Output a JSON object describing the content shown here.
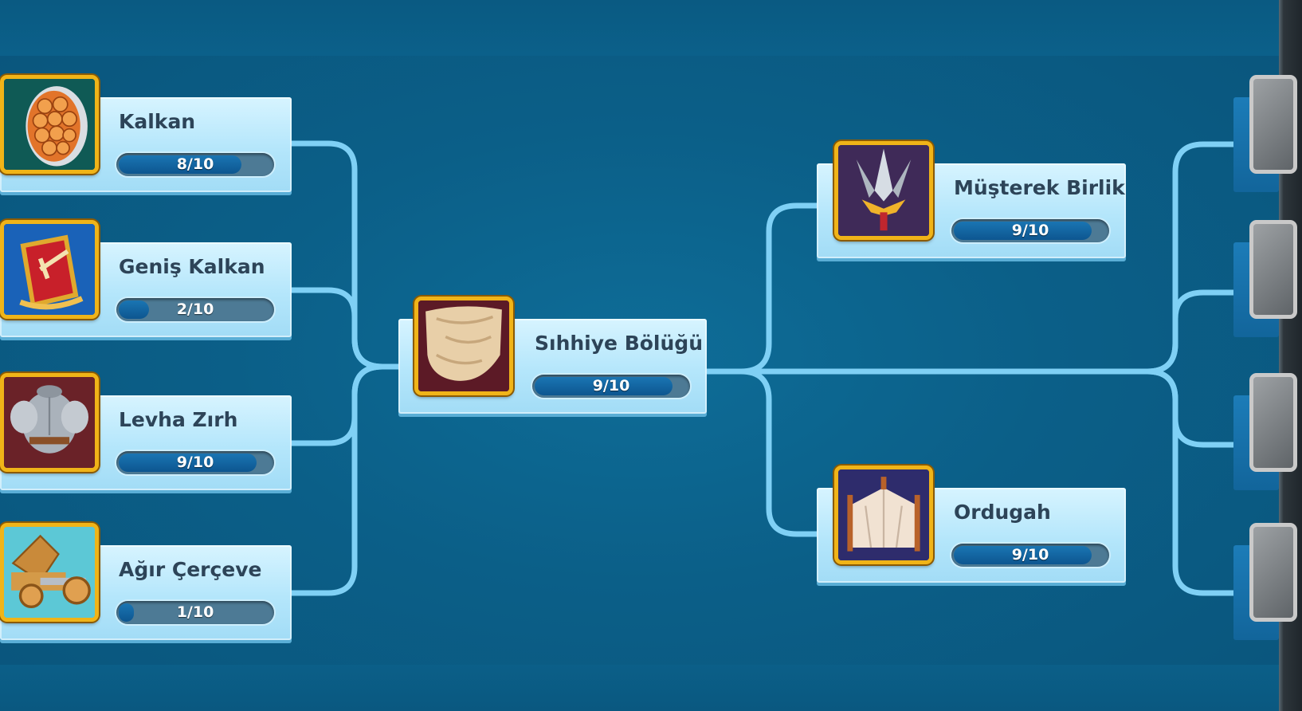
{
  "research_tree": {
    "nodes": [
      {
        "name": "Kalkan",
        "progress_text": "8/10",
        "progress": 0.8,
        "icon": "scale-shield-icon"
      },
      {
        "name": "Geniş Kalkan",
        "progress_text": "2/10",
        "progress": 0.2,
        "icon": "broad-shield-icon"
      },
      {
        "name": "Levha Zırh",
        "progress_text": "9/10",
        "progress": 0.9,
        "icon": "plate-armor-icon"
      },
      {
        "name": "Ağır Çerçeve",
        "progress_text": "1/10",
        "progress": 0.1,
        "icon": "siege-frame-icon"
      },
      {
        "name": "Sıhhiye Bölüğü",
        "progress_text": "9/10",
        "progress": 0.9,
        "icon": "bandage-cloth-icon"
      },
      {
        "name": "Müşterek Birlik",
        "progress_text": "9/10",
        "progress": 0.9,
        "icon": "spear-crest-icon"
      },
      {
        "name": "Ordugah",
        "progress_text": "9/10",
        "progress": 0.9,
        "icon": "camp-tent-icon"
      }
    ],
    "locked_nodes": [
      {
        "icon": "locked-tech-icon",
        "state": "locked"
      },
      {
        "icon": "locked-tech-icon",
        "state": "locked"
      },
      {
        "icon": "locked-tech-icon",
        "state": "locked"
      },
      {
        "icon": "locked-tech-icon",
        "state": "locked"
      }
    ]
  },
  "colors": {
    "background": "#0c5d86",
    "connector": "#7fd0f5",
    "panel": "#c4ecfc",
    "icon_frame": "#f0b418",
    "bar_fill": "#0d5690",
    "label_text": "#2d4458"
  }
}
